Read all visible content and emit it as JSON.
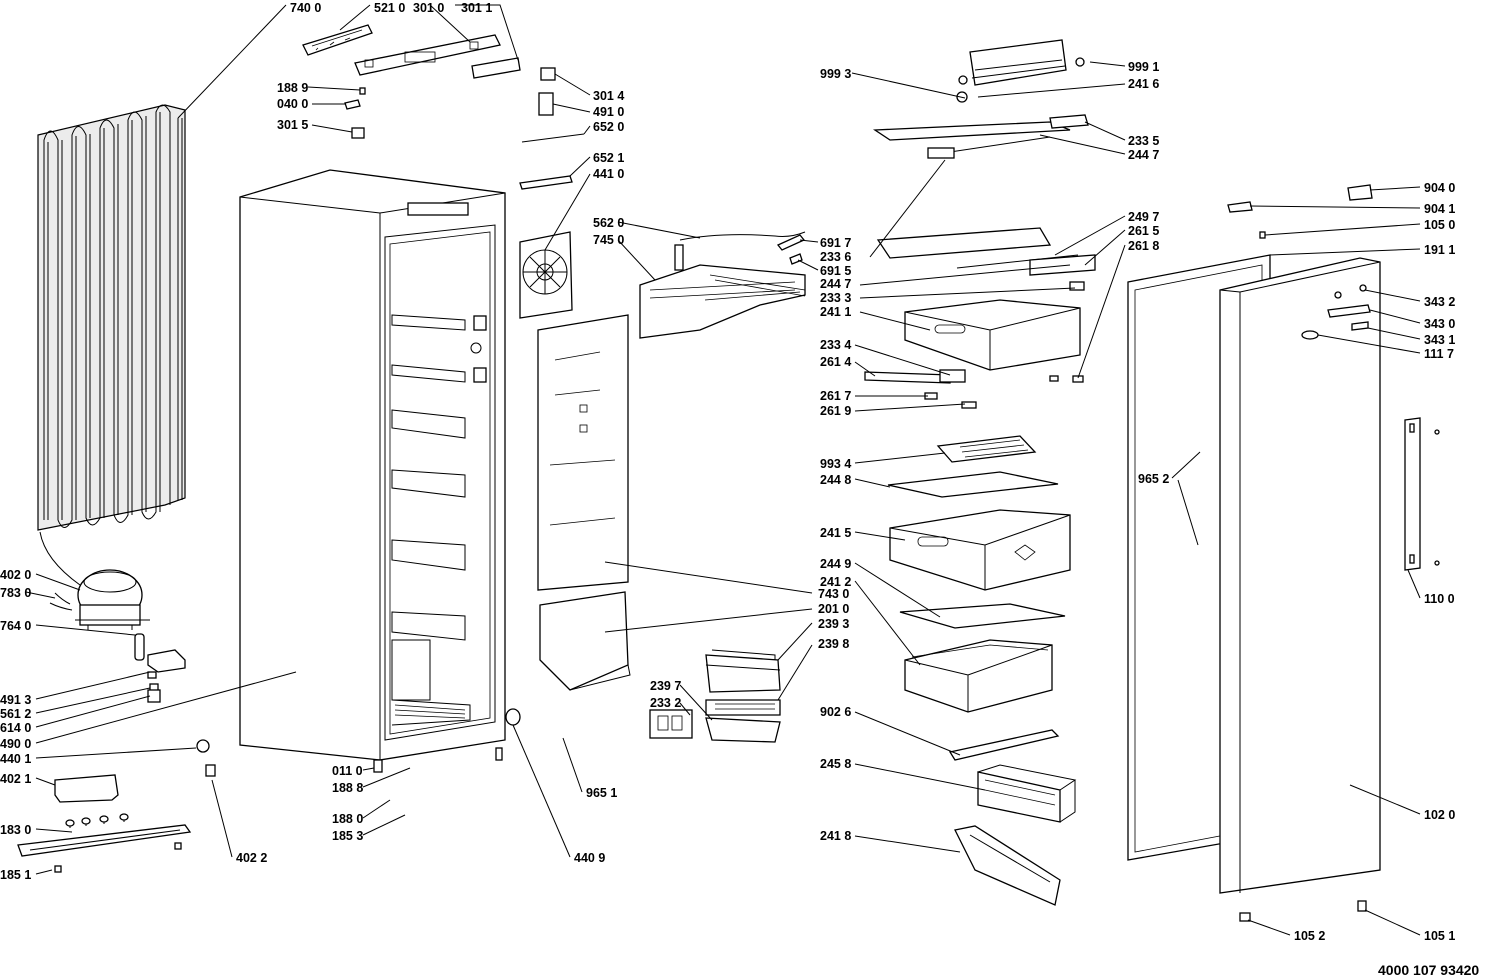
{
  "document_number": "4000 107 93420",
  "part_labels": [
    "740 0",
    "521 0",
    "301 0",
    "301 1",
    "188 9",
    "040 0",
    "301 5",
    "301 4",
    "491 0",
    "652 0",
    "652 1",
    "441 0",
    "562 0",
    "745 0",
    "691 7",
    "233 6",
    "691 5",
    "244 7",
    "233 3",
    "241 1",
    "233 4",
    "261 4",
    "261 7",
    "261 9",
    "993 4",
    "244 8",
    "241 5",
    "244 9",
    "241 2",
    "743 0",
    "201 0",
    "239 3",
    "239 8",
    "239 7",
    "233 2",
    "902 6",
    "245 8",
    "241 8",
    "999 3",
    "999 1",
    "241 6",
    "233 5",
    "244 7",
    "249 7",
    "261 5",
    "261 8",
    "904 0",
    "904 1",
    "105 0",
    "191 1",
    "343 2",
    "343 0",
    "343 1",
    "111 7",
    "965 2",
    "110 0",
    "102 0",
    "105 2",
    "105 1",
    "402 0",
    "783 0",
    "764 0",
    "491 3",
    "561 2",
    "614 0",
    "490 0",
    "440 1",
    "402 1",
    "183 0",
    "185 1",
    "402 2",
    "011 0",
    "188 8",
    "188 0",
    "185 3",
    "965 1",
    "440 9"
  ]
}
